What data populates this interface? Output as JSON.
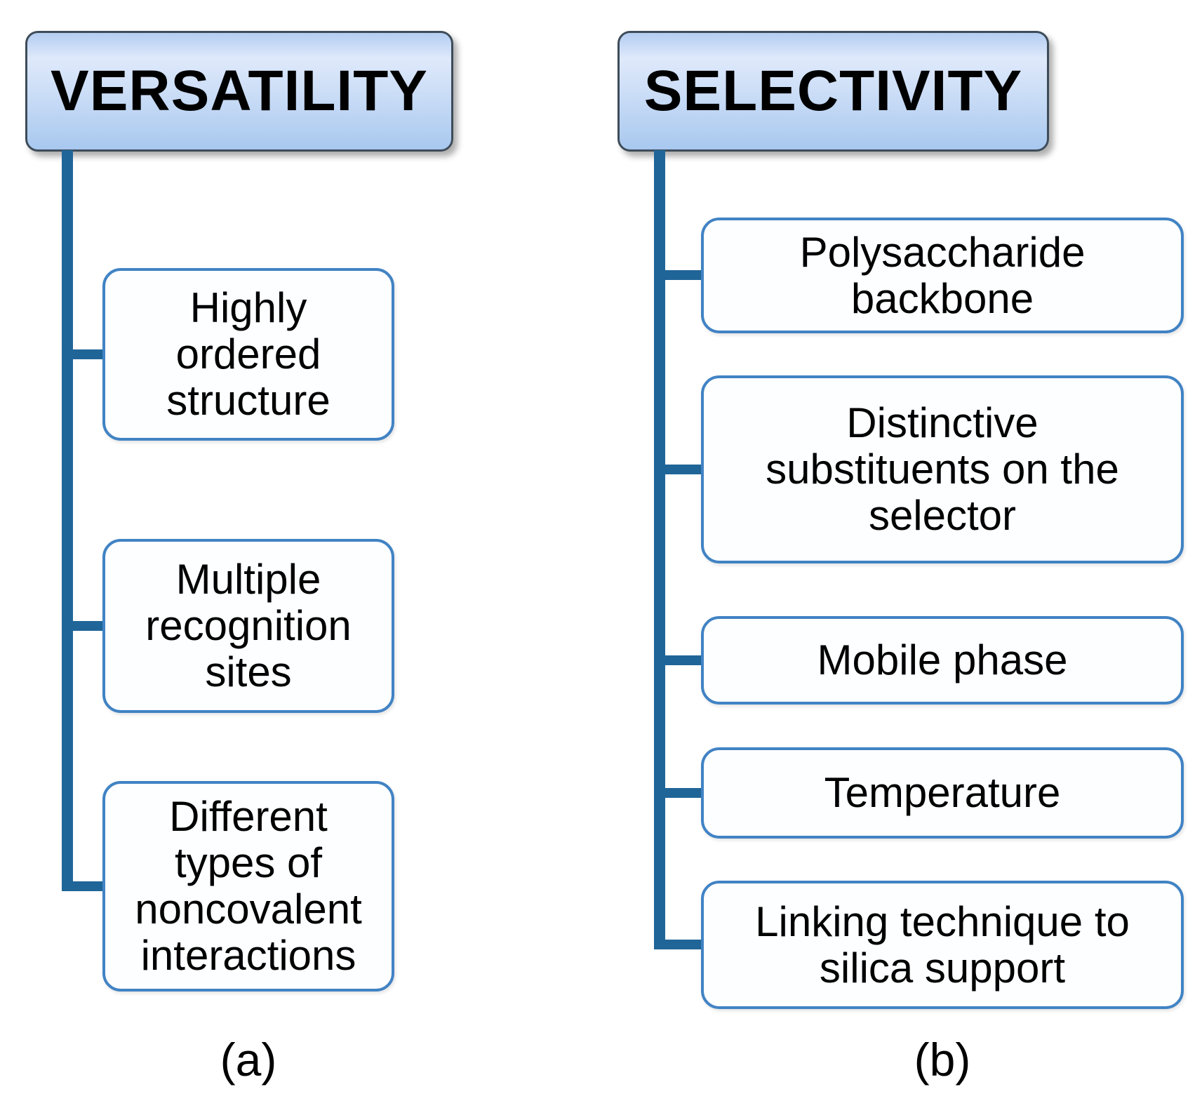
{
  "figure": {
    "panel_a": {
      "header": "VERSATILITY",
      "caption": "(a)",
      "items": [
        {
          "text": "Highly\nordered\nstructure"
        },
        {
          "text": "Multiple\nrecognition\nsites"
        },
        {
          "text": "Different\ntypes of\nnoncovalent\ninteractions"
        }
      ]
    },
    "panel_b": {
      "header": "SELECTIVITY",
      "caption": "(b)",
      "items": [
        {
          "text": "Polysaccharide\nbackbone"
        },
        {
          "text": "Distinctive\nsubstituents on the\nselector"
        },
        {
          "text": "Mobile phase"
        },
        {
          "text": "Temperature"
        },
        {
          "text": "Linking technique to\nsilica support"
        }
      ]
    },
    "colors": {
      "connector_blue": "#206598",
      "child_box_border": "#4183c4",
      "header_border": "#3e4c59",
      "header_gradient_top": "#b3cdf1",
      "header_gradient_light": "#dfe9fb",
      "header_gradient_bottom": "#a8c8ef",
      "text": "#000000",
      "background": "#ffffff"
    }
  }
}
